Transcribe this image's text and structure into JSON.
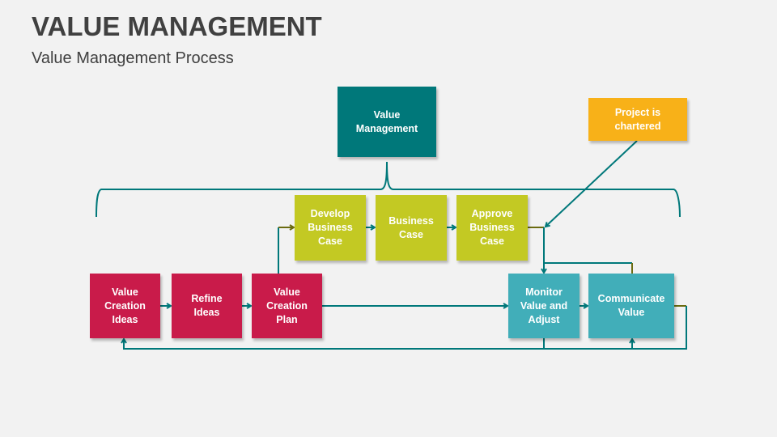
{
  "header": {
    "title": "VALUE MANAGEMENT",
    "subtitle": "Value Management Process"
  },
  "colors": {
    "background": "#f2f2f2",
    "title_text": "#404040",
    "connector_teal": "#00787a",
    "connector_olive": "#6b6b10",
    "value_management": "#00787a",
    "project_chartered": "#f8b118",
    "business_case_group": "#c3c923",
    "value_creation_group": "#c91b4a",
    "monitor_group": "#41aeb9"
  },
  "diagram": {
    "nodes": {
      "value_management": {
        "label": "Value\nManagement"
      },
      "project_chartered": {
        "label": "Project is\nchartered"
      },
      "develop_business_case": {
        "label": "Develop\nBusiness\nCase"
      },
      "business_case": {
        "label": "Business\nCase"
      },
      "approve_business_case": {
        "label": "Approve\nBusiness\nCase"
      },
      "value_creation_ideas": {
        "label": "Value\nCreation\nIdeas"
      },
      "refine_ideas": {
        "label": "Refine\nIdeas"
      },
      "value_creation_plan": {
        "label": "Value\nCreation\nPlan"
      },
      "monitor_value_and_adjust": {
        "label": "Monitor\nValue and\nAdjust"
      },
      "communicate_value": {
        "label": "Communicate\nValue"
      }
    },
    "edges": [
      {
        "from": "value_creation_ideas",
        "to": "refine_ideas"
      },
      {
        "from": "refine_ideas",
        "to": "value_creation_plan"
      },
      {
        "from": "value_creation_plan",
        "to": "develop_business_case"
      },
      {
        "from": "develop_business_case",
        "to": "business_case"
      },
      {
        "from": "business_case",
        "to": "approve_business_case"
      },
      {
        "from": "approve_business_case",
        "to": "monitor_value_and_adjust"
      },
      {
        "from": "project_chartered",
        "to": "monitor_value_and_adjust"
      },
      {
        "from": "value_creation_plan",
        "to": "monitor_value_and_adjust"
      },
      {
        "from": "monitor_value_and_adjust",
        "to": "communicate_value"
      },
      {
        "from": "communicate_value",
        "to": "monitor_value_and_adjust"
      },
      {
        "from": "communicate_value",
        "to": "value_creation_ideas"
      },
      {
        "from": "monitor_value_and_adjust",
        "to": "communicate_value"
      }
    ],
    "brace": {
      "groups": "value_management",
      "spans": "all process steps"
    }
  }
}
